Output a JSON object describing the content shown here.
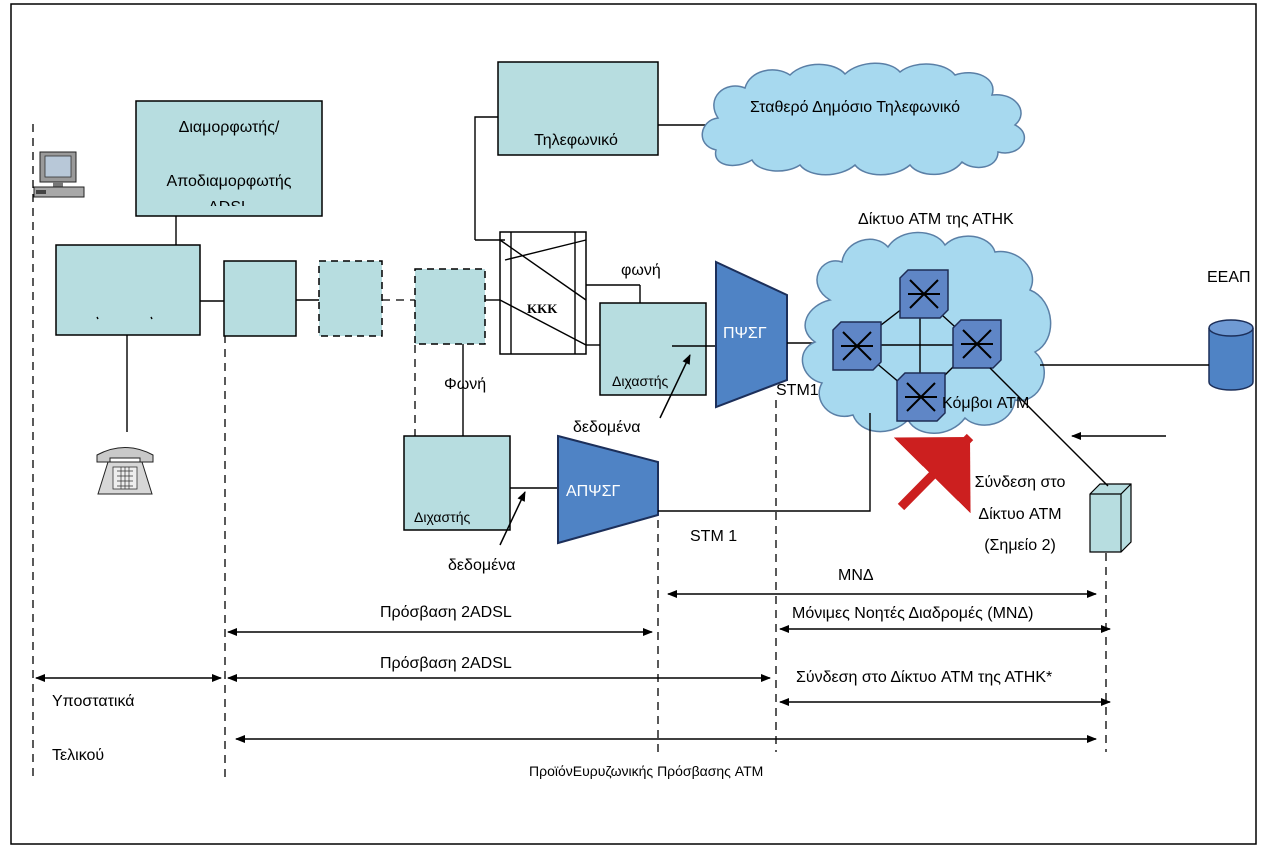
{
  "labels": {
    "modem_line1": "Διαμορφωτής/",
    "modem_line2": "Αποδιαμορφωτής",
    "modem_line3": "ADSL",
    "telephone_exchange": "Τηλεφωνικό",
    "pstn": "Σταθερό Δημόσιο Τηλεφωνικό",
    "atm_network": "Δίκτυο ATM της ΑΤΗΚ",
    "eeap": "ΕΕΑΠ",
    "voice_lower": "φωνή",
    "kkk": "ΚΚΚ",
    "pwsg": "ΠΨΣΓ",
    "splitter_top": "Διχαστής",
    "stm1_top": "STM1",
    "voice_cap": "Φωνή",
    "data_top": "δεδομένα",
    "atm_nodes": "Κόμβοι ATM",
    "splitter_bottom": "Διχαστής",
    "apwsg": "ΑΠΨΣΓ",
    "connection_line1": "Σύνδεση στο",
    "connection_line2": "Δίκτυο ATM",
    "connection_line3": "(Σημείο 2)",
    "stm1_bottom": "STM 1",
    "data_bottom": "δεδομένα",
    "mnd": "ΜΝΔ",
    "access_2adsl_1": "Πρόσβαση 2ADSL",
    "permanent_routes": "Μόνιμες Νοητές Διαδρομές (ΜΝΔ)",
    "access_2adsl_2": "Πρόσβαση 2ADSL",
    "connection_atm_athk": "Σύνδεση στο Δίκτυο ATM της ΑΤΗΚ*",
    "substations": "Υποστατικά",
    "terminal": "Τελικού",
    "product": "ΠροϊόνΕυρυζωνικής Πρόσβασης ATM"
  },
  "colors": {
    "box_fill": "#b7dde0",
    "converter_fill": "#4f83c5",
    "cloud_fill": "#a7d9ef",
    "switch_fill": "#5f86c6",
    "pointer_arrow": "#cc1f1f"
  },
  "icons": [
    "computer-icon",
    "telephone-icon",
    "atm-switch-icon",
    "database-icon",
    "server-icon"
  ]
}
